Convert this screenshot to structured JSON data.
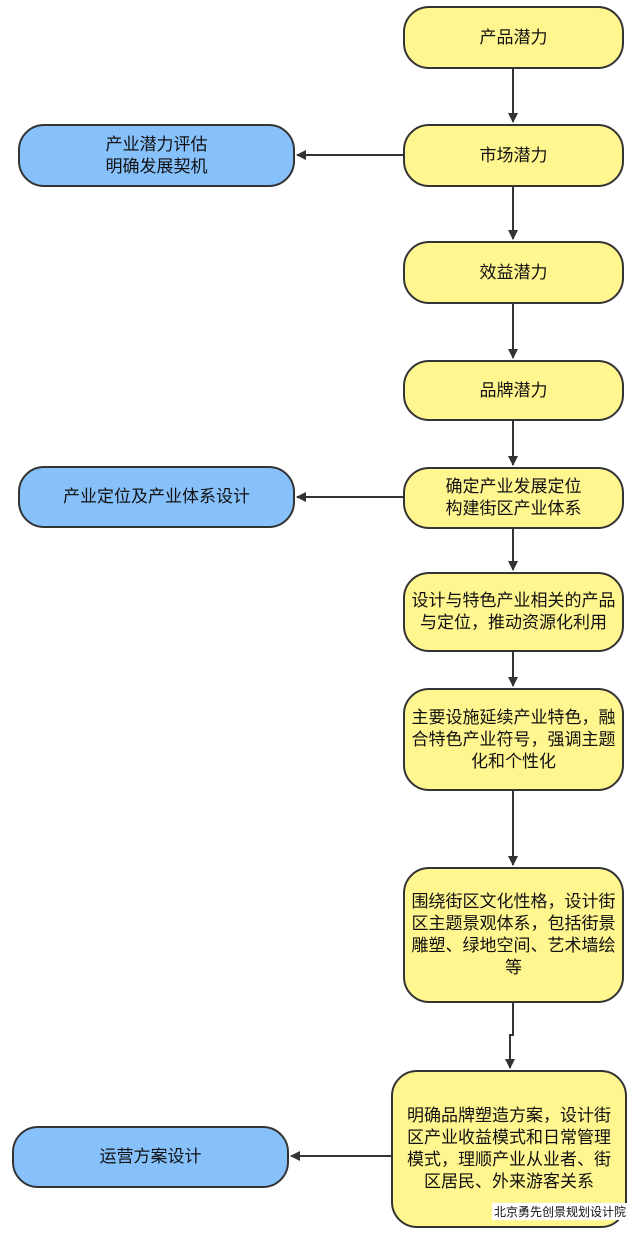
{
  "nodes": {
    "product": "产品潜力",
    "market": "市场潜力",
    "benefit": "效益潜力",
    "brand": "品牌潜力",
    "positioning": "确定产业发展定位\n构建街区产业体系",
    "design_products": "设计与特色产业相关的产品与定位，推动资源化利用",
    "facilities": "主要设施延续产业特色，融合特色产业符号，强调主题化和个性化",
    "landscape": "围绕街区文化性格，设计街区主题景观体系，包括街景雕塑、绿地空间、艺术墙绘等",
    "brand_plan": "明确品牌塑造方案，设计街区产业收益模式和日常管理模式，理顺产业从业者、街区居民、外来游客关系",
    "assessment": "产业潜力评估\n明确发展契机",
    "industry_design": "产业定位及产业体系设计",
    "operation_design": "运营方案设计"
  },
  "watermark": "北京勇先创景规划设计院",
  "colors": {
    "process_fill": "#fff68f",
    "output_fill": "#87c1fb",
    "stroke": "#333333"
  }
}
